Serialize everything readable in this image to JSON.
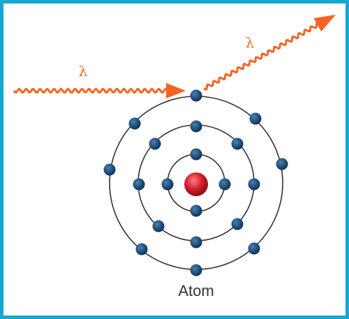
{
  "labels": {
    "incoming_wavelength": "λ",
    "scattered_wavelength": "λ",
    "atom": "Atom"
  },
  "atom_model": {
    "nucleus_count": 1,
    "shells": [
      {
        "name": "inner",
        "electron_count": 4
      },
      {
        "name": "middle",
        "electron_count": 8
      },
      {
        "name": "outer",
        "electron_count": 8
      }
    ]
  },
  "colors": {
    "frame": "#16a6d4",
    "photon": "#f26522",
    "label": "#f26522",
    "electron": "#1f4e79",
    "nucleus": "#d21f2b",
    "orbit": "#333333",
    "text": "#333333"
  },
  "icons": {
    "incoming": "incoming-photon-wave-arrow",
    "scattered": "scattered-photon-wave-arrow",
    "nucleus": "nucleus-icon",
    "electron": "electron-icon"
  }
}
